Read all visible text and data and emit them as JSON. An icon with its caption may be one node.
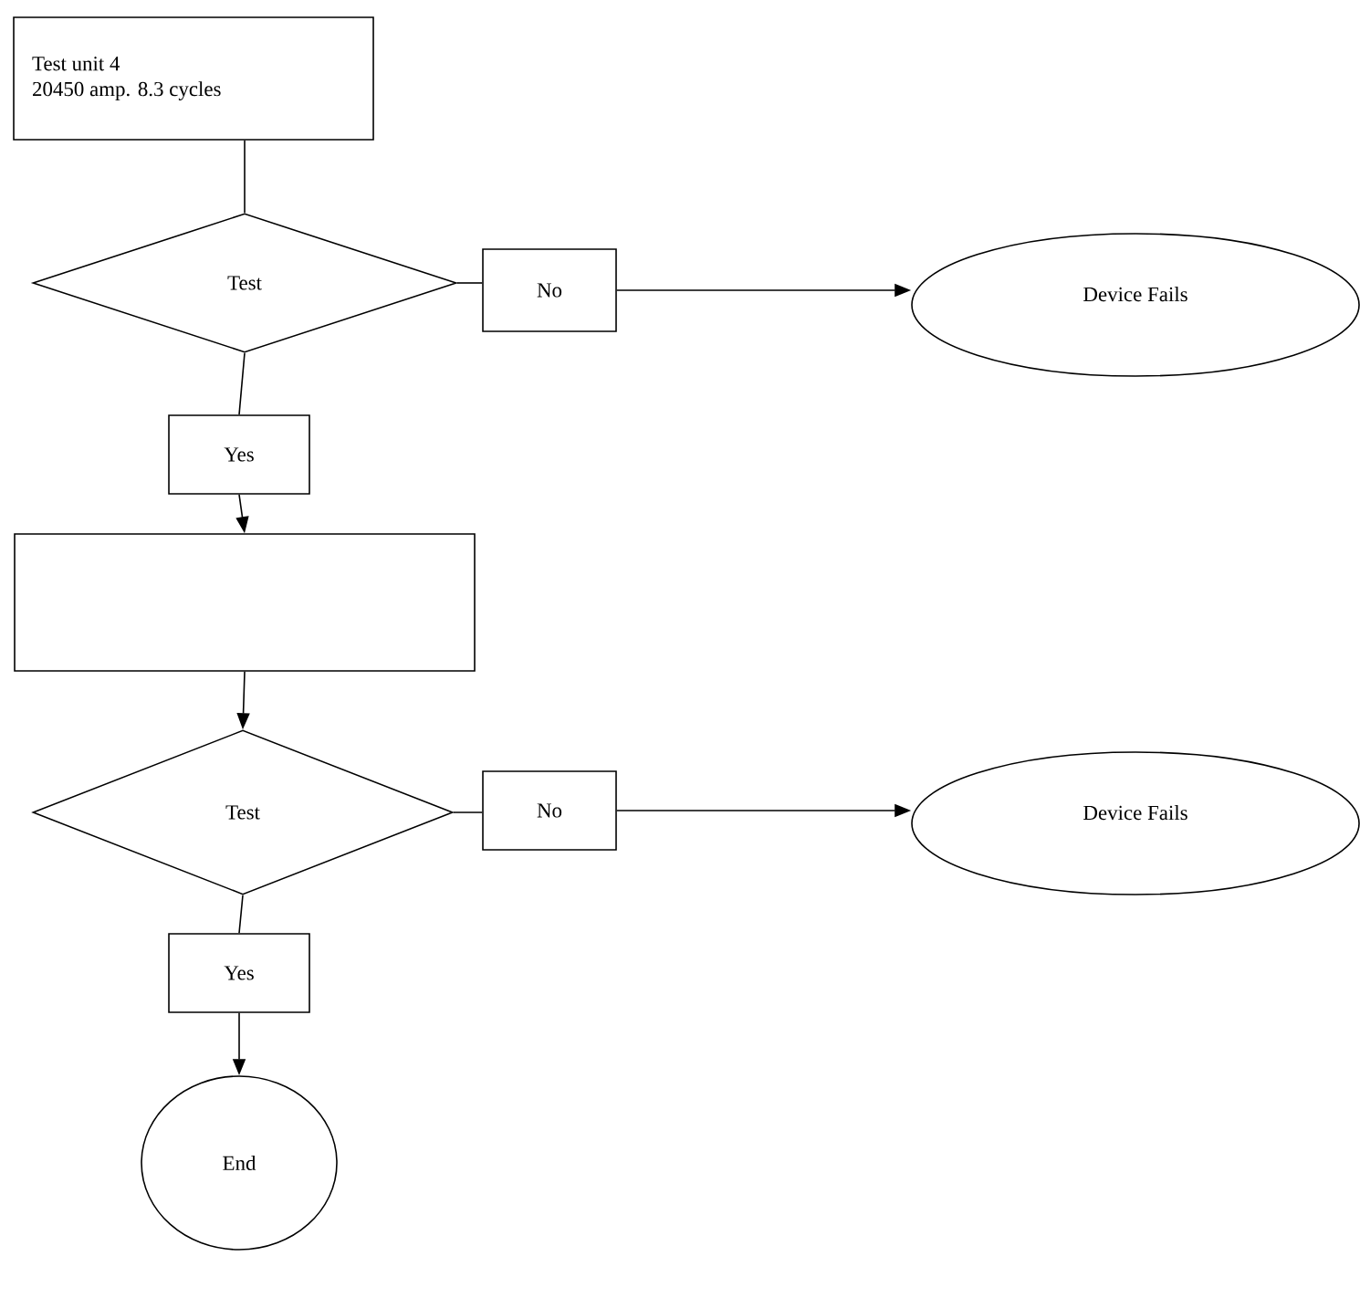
{
  "diagram": {
    "nodes": [
      {
        "text": [
          "Test unit 4",
          "20450 amp. 8.3 cycles"
        ]
      },
      {
        "text": [
          "Test"
        ]
      },
      {
        "text": [
          "No"
        ]
      },
      {
        "text": [
          "Device Fails"
        ]
      },
      {
        "text": [
          "Yes"
        ]
      },
      {
        "text": [],
        "shape": "box"
      },
      {
        "text": [
          "Test"
        ]
      },
      {
        "text": [
          "No"
        ]
      },
      {
        "text": [
          "Device Fails"
        ]
      },
      {
        "text": [
          "Yes"
        ]
      },
      {
        "text": [
          "End"
        ]
      }
    ],
    "edges": [
      {
        "from": 0,
        "to": 1,
        "arrow": "none"
      },
      {
        "from": 1,
        "to": 2,
        "arrow": "none"
      },
      {
        "from": 2,
        "to": 3,
        "arrow": "to"
      },
      {
        "from": 1,
        "to": 4,
        "arrow": "none"
      },
      {
        "from": 4,
        "to": 5,
        "arrow": "to"
      },
      {
        "from": 5,
        "to": 6,
        "arrow": "to"
      },
      {
        "from": 6,
        "to": 7,
        "arrow": "none"
      },
      {
        "from": 7,
        "to": 8,
        "arrow": "to"
      },
      {
        "from": 6,
        "to": 9,
        "arrow": "none"
      },
      {
        "from": 9,
        "to": 10,
        "arrow": "to"
      }
    ]
  }
}
